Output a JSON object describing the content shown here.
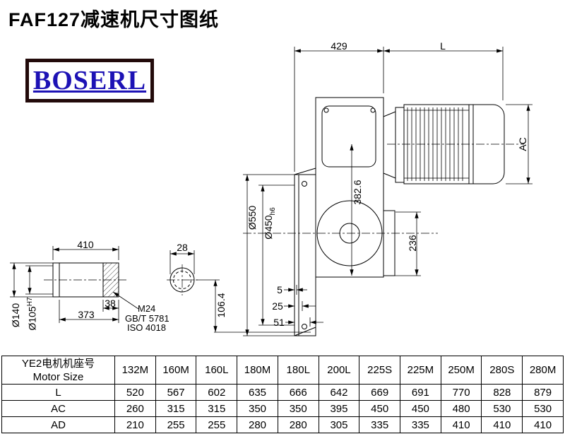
{
  "title": "FAF127减速机尺寸图纸",
  "logo": {
    "text": "BOSERL",
    "text_color": "#1d12b5",
    "border_color": "#220a0a"
  },
  "drawing": {
    "dim_429": "429",
    "dim_L": "L",
    "dim_AC": "AC",
    "dim_d550": "Ø550",
    "dim_d450": "Ø450",
    "dim_d450_tol": "h6",
    "dim_382": "382.6",
    "dim_236": "236",
    "dim_5": "5",
    "dim_25": "25",
    "dim_51": "51"
  },
  "shaft_detail": {
    "dim_410": "410",
    "dim_28": "28",
    "dim_d140": "Ø140",
    "dim_d105": "Ø105",
    "dim_d105_tol": "H7",
    "dim_38": "38",
    "dim_373": "373",
    "note_m24": "M24",
    "note_gb": "GB/T 5781",
    "note_iso": "ISO 4018",
    "dim_106": "106.4"
  },
  "table": {
    "header_cn": "YE2电机机座号",
    "header_en": "Motor Size",
    "columns": [
      "132M",
      "160M",
      "160L",
      "180M",
      "180L",
      "200L",
      "225S",
      "225M",
      "250M",
      "280S",
      "280M"
    ],
    "rows": [
      {
        "label": "L",
        "values": [
          "520",
          "567",
          "602",
          "635",
          "666",
          "642",
          "669",
          "691",
          "770",
          "828",
          "879"
        ]
      },
      {
        "label": "AC",
        "values": [
          "260",
          "315",
          "315",
          "350",
          "350",
          "395",
          "450",
          "450",
          "480",
          "530",
          "530"
        ]
      },
      {
        "label": "AD",
        "values": [
          "210",
          "255",
          "255",
          "280",
          "280",
          "305",
          "335",
          "335",
          "410",
          "410",
          "410"
        ]
      }
    ]
  }
}
